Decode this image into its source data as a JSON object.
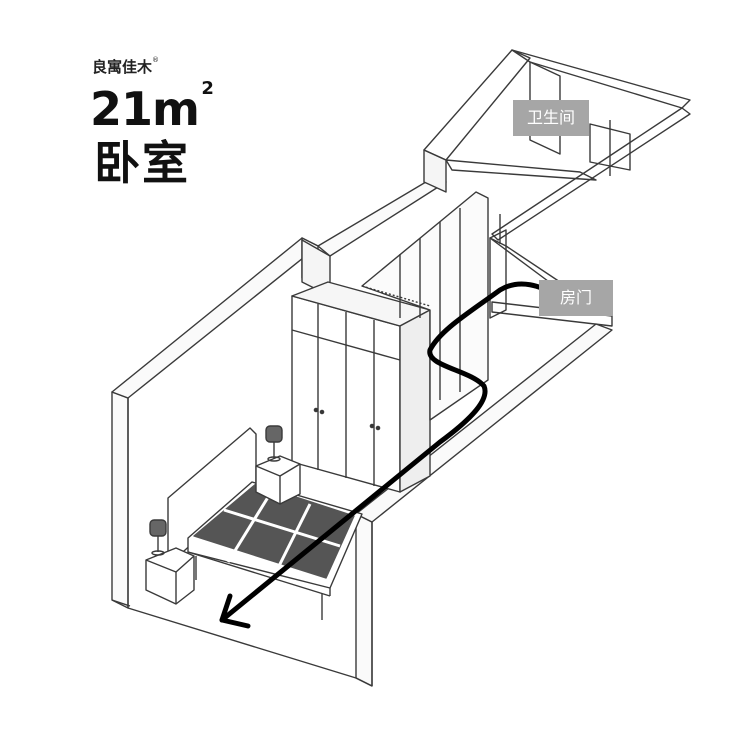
{
  "brand": {
    "name": "良寓佳木",
    "mark": "®"
  },
  "heading": {
    "area_value": "21",
    "area_unit": "m",
    "area_superscript": "2",
    "room": "卧室"
  },
  "labels": {
    "bathroom": "卫生间",
    "door": "房门"
  },
  "colors": {
    "line": "#3a3a3a",
    "label_bg": "#a6a6a6",
    "label_text": "#ffffff",
    "path": "#000000",
    "mattress": "#555555"
  },
  "icons": {
    "path_arrow": "route-arrow-icon",
    "lamps": "table-lamp-icon"
  }
}
